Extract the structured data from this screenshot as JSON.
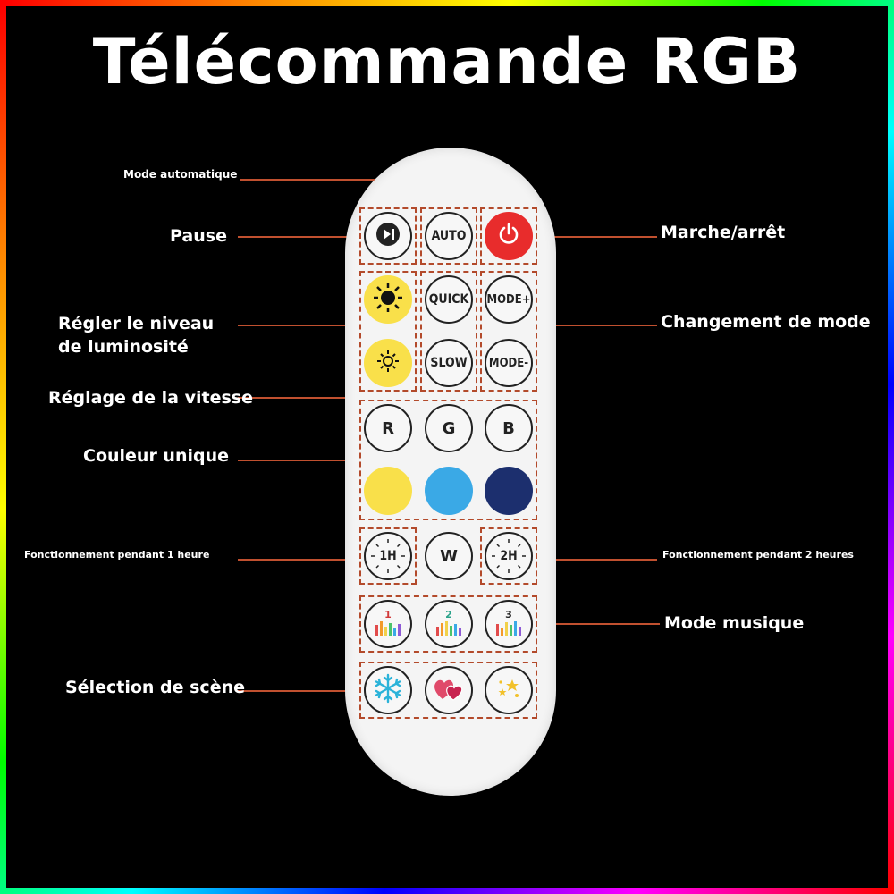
{
  "title": "Télécommande RGB",
  "labels": {
    "mode_auto": "Mode automatique",
    "pause": "Pause",
    "marche_arret": "Marche/arrêt",
    "luminosite": "Régler le niveau\nde luminosité",
    "changement_mode": "Changement de mode",
    "vitesse": "Réglage de la vitesse",
    "couleur_unique": "Couleur unique",
    "une_heure": "Fonctionnement pendant 1 heure",
    "deux_heures": "Fonctionnement pendant 2 heures",
    "musique": "Mode musique",
    "scene": "Sélection de scène"
  },
  "buttons": {
    "auto": "AUTO",
    "quick": "QUICK",
    "slow": "SLOW",
    "mode_plus": "MODE+",
    "mode_minus": "MODE-",
    "r": "R",
    "g": "G",
    "b": "B",
    "timer1": "1H",
    "w": "W",
    "timer2": "2H",
    "music1": "1",
    "music2": "2",
    "music3": "3"
  },
  "colors": {
    "power": "#e82c2c",
    "yellow": "#f9e04a",
    "sky_blue": "#3aa9e6",
    "navy": "#1c2f6e",
    "callout_line": "#c0502f"
  },
  "icons": [
    "play-pause-icon",
    "power-icon",
    "brightness-up-icon",
    "brightness-down-icon",
    "timer-icon",
    "music-bars-icon",
    "snowflake-icon",
    "hearts-icon",
    "stars-icon"
  ]
}
